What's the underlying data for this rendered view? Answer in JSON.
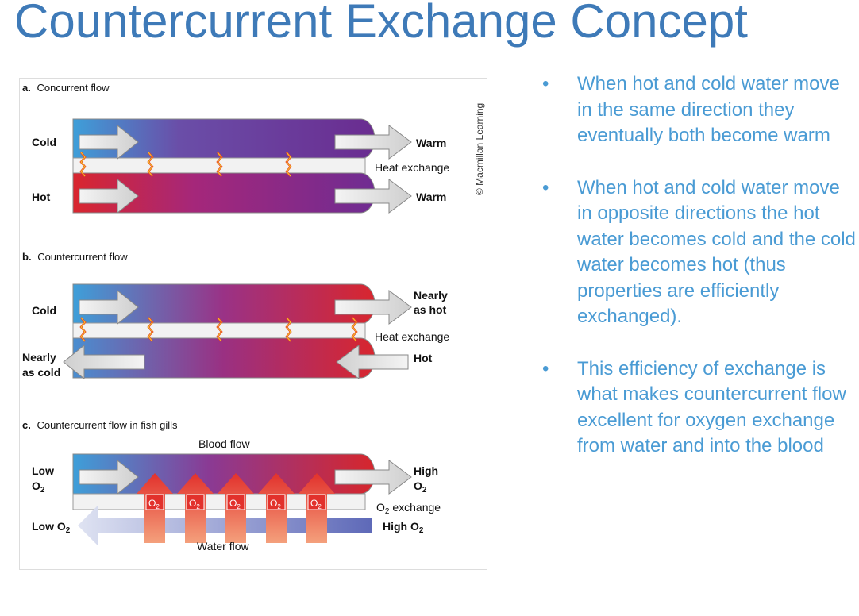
{
  "title": "Countercurrent Exchange Concept",
  "figure": {
    "credit": "© Macmillan Learning",
    "panel_a": {
      "label_letter": "a.",
      "label_text": "Concurrent flow",
      "in_top": "Cold",
      "in_bottom": "Hot",
      "out_top": "Warm",
      "out_bottom": "Warm",
      "middle": "Heat exchange"
    },
    "panel_b": {
      "label_letter": "b.",
      "label_text": "Countercurrent flow",
      "in_top": "Cold",
      "out_top_1": "Nearly",
      "out_top_2": "as hot",
      "middle": "Heat exchange",
      "out_bottom_1": "Nearly",
      "out_bottom_2": "as cold",
      "in_bottom": "Hot"
    },
    "panel_c": {
      "label_letter": "c.",
      "label_text": "Countercurrent flow in fish gills",
      "blood_flow": "Blood flow",
      "in_top_1": "Low",
      "in_top_2": "O",
      "out_top_1": "High",
      "out_top_2": "O",
      "subscript": "2",
      "arrow_label": "O",
      "middle": "O",
      "middle_suffix": " exchange",
      "water_left": "Low O",
      "water_right": "High O",
      "water_flow": "Water flow"
    }
  },
  "bullets": [
    {
      "symbol": "•",
      "text": "When hot and cold water move in the same direction they eventually both become warm"
    },
    {
      "symbol": "•",
      "text": "When hot and cold water move in opposite directions the hot water becomes cold and the cold water becomes hot (thus properties are efficiently exchanged)."
    },
    {
      "symbol": "•",
      "text": "This efficiency of exchange is what makes countercurrent flow excellent for oxygen exchange from water and into the blood"
    }
  ]
}
